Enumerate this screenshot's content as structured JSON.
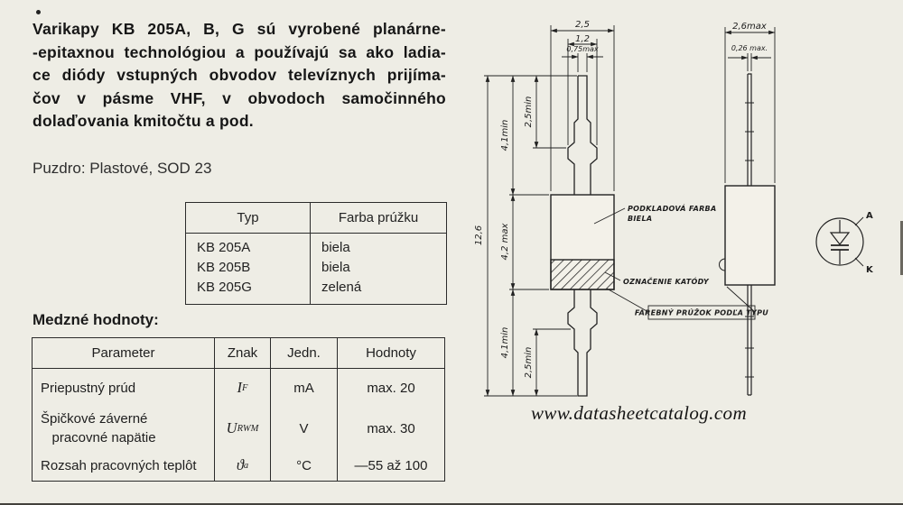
{
  "intro": {
    "lines": [
      "Varikapy KB 205A, B, G sú vyrobené planárne-",
      "-epitaxnou technológiou a používajú sa ako ladia-",
      "ce diódy vstupných obvodov televíznych prijíma-",
      "čov v pásme VHF, v obvodoch samočinného",
      "dolaďovania kmitočtu a pod."
    ]
  },
  "package": {
    "label": "Puzdro: Plastové, SOD 23"
  },
  "type_table": {
    "headers": [
      "Typ",
      "Farba prúžku"
    ],
    "rows": [
      {
        "typ": "KB 205A",
        "farba": "biela"
      },
      {
        "typ": "KB 205B",
        "farba": "biela"
      },
      {
        "typ": "KB 205G",
        "farba": "zelená"
      }
    ]
  },
  "limits": {
    "title": "Medzné hodnoty:",
    "headers": [
      "Parameter",
      "Znak",
      "Jedn.",
      "Hodnoty"
    ],
    "rows": [
      {
        "parameter": "Priepustný prúd",
        "symbol": "I",
        "sub": "F",
        "unit": "mA",
        "value": "max. 20"
      },
      {
        "parameter": "Špičkové záverné\n   pracovné napätie",
        "symbol": "U",
        "sub": "RWM",
        "unit": "V",
        "value": "max. 30"
      },
      {
        "parameter": "Rozsah pracovných teplôt",
        "symbol": "ϑ",
        "sub": "a",
        "unit": "°C",
        "value": "—55 až 100"
      }
    ]
  },
  "drawing": {
    "main": {
      "width_dims": [
        "2,5",
        "1,2",
        "0,75max"
      ],
      "length_overall": "12,6",
      "lead_top": "4,1min",
      "body": "4,2 max",
      "lead_bottom": "4,1min",
      "tip_top": "2,5min",
      "tip_bottom": "2,5min",
      "callout_base_1": "PODKLADOVÁ FARBA",
      "callout_base_2": "BIELA",
      "callout_cathode": "OZNAČENIE KATÓDY",
      "callout_stripe": "FAREBNÝ PRÚŽOK PODĽA TYPU"
    },
    "side": {
      "width": "2,6max",
      "lead_width": "0,26 max."
    },
    "symbol": {
      "anode": "A",
      "cathode": "K"
    }
  },
  "footer": {
    "text": "www.datasheetcatalog.com"
  }
}
